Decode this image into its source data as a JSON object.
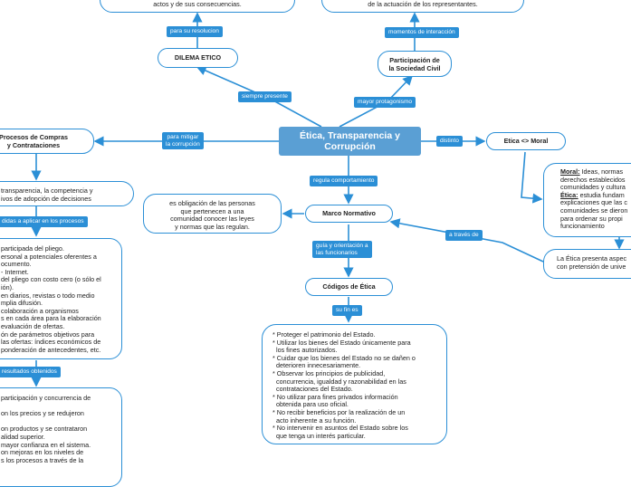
{
  "central": {
    "title": "Ética, Transparencia y\nCorrupción"
  },
  "nodes": {
    "top_left_text": "actos y de sus consecuencias.",
    "top_right_text": "de la actuación de los representantes.",
    "dilema": "DILEMA ETICO",
    "participacion": "Participación de\nla Sociedad Civil",
    "procesos": "Procesos de Compras\ny Contrataciones",
    "etica_moral": "Etica <> Moral",
    "moral_def": {
      "moral_term": "Moral:",
      "moral_rest": " Ideas, normas\nderechos establecidos\ncomunidades y cultura",
      "etica_term": "Ética:",
      "etica_rest": " estudia fundam\nexplicaciones que las c\ncomunidades se dieron\npara ordenar su propi\nfuncionamiento"
    },
    "etica_aspecto": "La Ética presenta aspec\ncon pretensión de unive",
    "transparencia": "transparencia, la competencia y\nivos de adopción de decisiones",
    "obligacion": "es obligación de las personas\nque pertenecen a una\ncomunidad conocer las leyes\ny normas que las regulan.",
    "marco": "Marco Normativo",
    "codigos": "Códigos de Ética",
    "medidas_list": "participada del pliego.\nersonal a potenciales oferentes a\nocumento.\n- Internet.\ndel pliego con costo cero (o sólo el\nión).\nen diarios, revistas o todo medio\nmplia difusión.\ncolaboración a organismos\ns en cada área para la elaboración\nevaluación de ofertas.\nón de parámetros objetivos para\nlas ofertas: índices económicos de\nponderación de antecedentes, etc.",
    "resultados_list": "participación y concurrencia de\n\non los precios y se redujeron\n\non productos y se contrataron\nalidad superior.\nmayor confianza en el sistema.\non mejoras en los niveles de\ns los procesos a través de la",
    "codigos_list": "* Proteger el patrimonio del Estado.\n* Utilizar los bienes del Estado únicamente para\n  los fines autorizados.\n* Cuidar que los bienes del Estado no se dañen o\n  deterioren innecesariamente.\n* Observar los principios de publicidad,\n  concurrencia, igualdad y razonabilidad en las\n  contrataciones del Estado.\n* No utilizar para fines privados información\n  obtenida para uso oficial.\n* No recibir beneficios por la realización de un\n  acto inherente a su función.\n* No intervenir en asuntos del Estado sobre los\n  que tenga un interés particular."
  },
  "labels": {
    "para_su_resolucion": "para su resolucion",
    "momentos": "momentos de interacción",
    "siempre_presente": "siempre presente",
    "mayor_protagonismo": "mayor protagonismo",
    "para_mitigar": "para mitigar\nla corrupción",
    "distinto": "distinto",
    "regula": "regula comportamiento",
    "guia": "guía y orientación a\nlas funcionarios",
    "a_traves": "a través de",
    "su_fin_es": "su fin es",
    "medidas": "didas a aplicar en los procesos",
    "resultados": "resultados obtenidos"
  },
  "colors": {
    "accent": "#2b8fd6",
    "central": "#5a9fd4"
  }
}
